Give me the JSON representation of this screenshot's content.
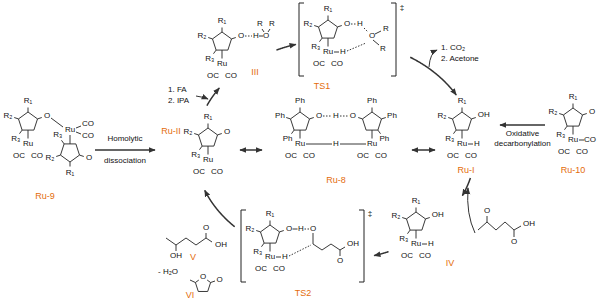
{
  "diagram": {
    "nodes": [
      {
        "text": [
          "III"
        ]
      },
      {
        "text": [
          "TS1"
        ]
      },
      {
        "text": [
          "Ru-9"
        ]
      },
      {
        "text": [
          "Ru-II"
        ]
      },
      {
        "text": [
          "Ru-8"
        ]
      },
      {
        "text": [
          "Ru-I"
        ]
      },
      {
        "text": [
          "Ru-10"
        ]
      },
      {
        "text": [
          "IV"
        ]
      },
      {
        "text": [
          "V"
        ]
      },
      {
        "text": [
          "TS2"
        ]
      },
      {
        "text": [
          "VI"
        ]
      }
    ],
    "edges": [
      {
        "from": 3,
        "to": 0,
        "arrow": "to"
      },
      {
        "from": 0,
        "to": 1,
        "arrow": "to"
      },
      {
        "from": 1,
        "to": 5,
        "arrow": "to"
      },
      {
        "from": 5,
        "to": 7,
        "arrow": "to"
      },
      {
        "from": 7,
        "to": 9,
        "arrow": "to"
      },
      {
        "from": 9,
        "to": 3,
        "arrow": "to"
      },
      {
        "from": 2,
        "to": 3,
        "arrow": "to",
        "label": "Homolytic dissociation"
      },
      {
        "from": 6,
        "to": 5,
        "arrow": "to",
        "label": "Oxidative decarbonylation"
      },
      {
        "from": 4,
        "to": 3,
        "arrow": "both"
      },
      {
        "from": 4,
        "to": 5,
        "arrow": "both"
      }
    ],
    "labels": [
      "R₁",
      "R₂",
      "R₃",
      "O",
      "Ru",
      "OC",
      "CO",
      "H",
      "O",
      "R",
      "R",
      "R₁",
      "R₂",
      "R₃",
      "O",
      "Ru",
      "H",
      "OC",
      "CO",
      "H",
      "O",
      "R",
      "R",
      "‡",
      "R₁",
      "R₂",
      "R₃",
      "O",
      "Ru",
      "OC",
      "CO",
      "R₁",
      "R₂",
      "R₃",
      "O",
      "Ru",
      "CO",
      "CO",
      "R₁",
      "R₂",
      "R₃",
      "O",
      "Ru",
      "OC",
      "CO",
      "Ph",
      "Ph",
      "Ph",
      "O",
      "Ru",
      "OC",
      "CO",
      "Ph",
      "Ph",
      "Ph",
      "O",
      "Ru",
      "OC",
      "CO",
      "H",
      "H",
      "R₁",
      "R₂",
      "R₃",
      "OH",
      "Ru",
      "H",
      "OC",
      "CO",
      "R₁",
      "R₂",
      "R₃",
      "O",
      "Ru",
      "OC",
      "CO",
      "CO",
      "R₁",
      "R₂",
      "R₃",
      "OH",
      "Ru",
      "H",
      "OC",
      "CO",
      "O",
      "O",
      "OH",
      "R₁",
      "R₂",
      "R₃",
      "O",
      "Ru",
      "H",
      "OC",
      "CO",
      "H",
      "O",
      "O",
      "OH",
      "‡",
      "OH",
      "O",
      "OH",
      "O",
      "O",
      "1. FA",
      "2. IPA",
      "1. CO₂",
      "2. Acetone",
      "- H₂O"
    ]
  }
}
